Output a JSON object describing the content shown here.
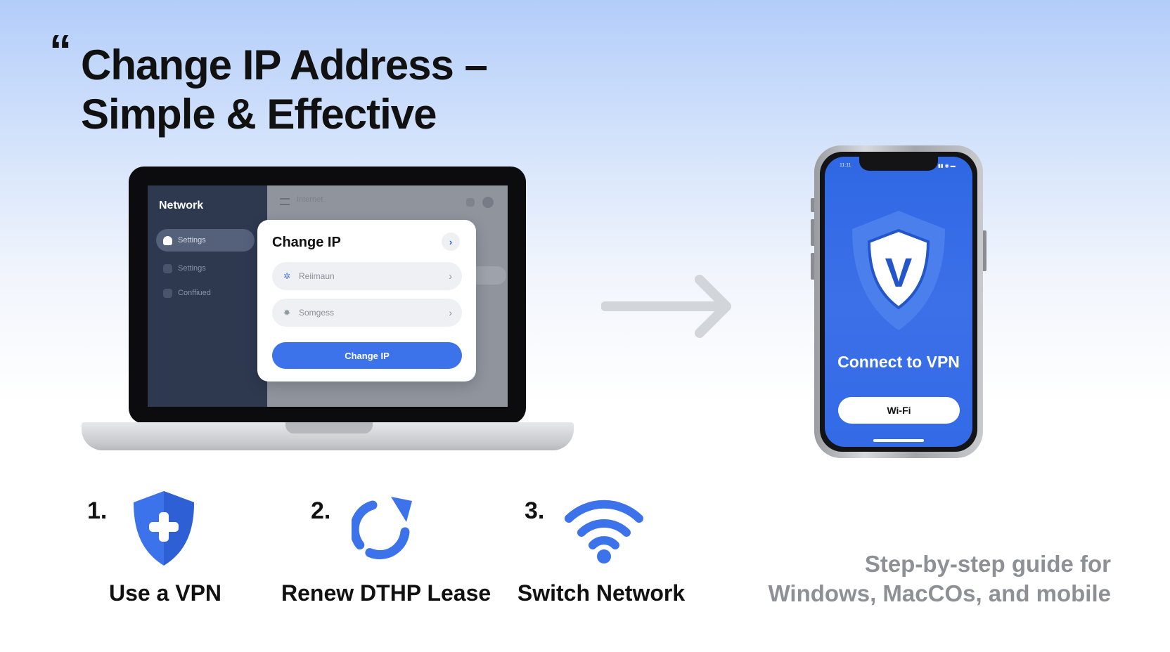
{
  "headline": {
    "quote_mark": "“",
    "line1": "Change IP Address –",
    "line2": "Simple & Effective"
  },
  "laptop": {
    "sidebar": {
      "title": "Network",
      "items": [
        {
          "label": "Settings",
          "active": true
        },
        {
          "label": "Settings",
          "active": false
        },
        {
          "label": "Conffiued",
          "active": false
        }
      ]
    },
    "topbar": {
      "label": "Internet"
    },
    "dialog": {
      "title": "Change IP",
      "close_icon": "chevron-icon",
      "options": [
        {
          "label": "Reiimaun",
          "icon": "star-icon"
        },
        {
          "label": "Somgess",
          "icon": "gear-icon"
        }
      ],
      "button_label": "Change IP"
    }
  },
  "phone": {
    "status_time": "11:11",
    "status_icons": "▮▮ ◉ ▬",
    "shield_letter": "V",
    "title": "Connect to VPN",
    "button_label": "Wi-Fi"
  },
  "steps": [
    {
      "number": "1.",
      "label": "Use a VPN",
      "icon": "shield-plus-icon"
    },
    {
      "number": "2.",
      "label": "Renew DTHP Lease",
      "icon": "refresh-icon"
    },
    {
      "number": "3.",
      "label": "Switch Network",
      "icon": "wifi-icon"
    }
  ],
  "tagline": {
    "line1": "Step-by-step guide for",
    "line2": "Windows, MacCOs, and mobile"
  },
  "colors": {
    "accent_blue": "#3c72ea",
    "sidebar_bg": "#2e3950",
    "tagline_gray": "#8e9096"
  }
}
